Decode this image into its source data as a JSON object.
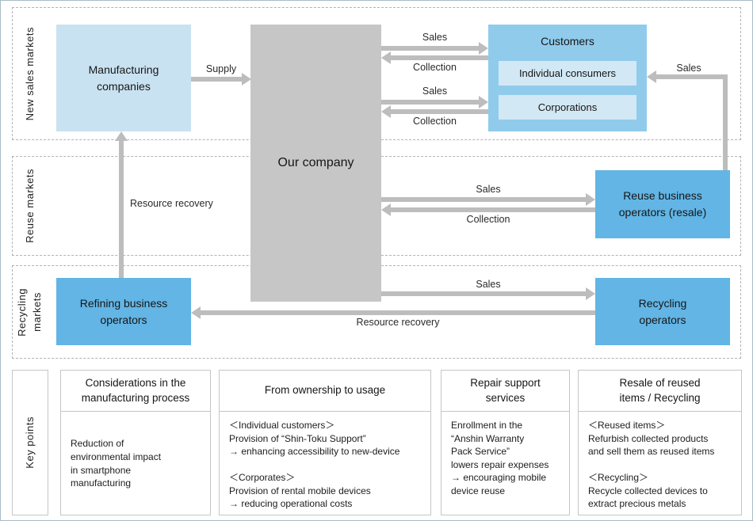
{
  "sections": {
    "new_sales": "New sales markets",
    "reuse": "Reuse markets",
    "recycling": "Recycling\nmarkets",
    "key_points": "Key points"
  },
  "nodes": {
    "manufacturing": "Manufacturing\ncompanies",
    "our_company": "Our company",
    "customers_title": "Customers",
    "individual_consumers": "Individual consumers",
    "corporations": "Corporations",
    "reuse_operators": "Reuse business\noperators (resale)",
    "refining_operators": "Refining business\noperators",
    "recycling_operators": "Recycling\noperators"
  },
  "arrows": {
    "supply": "Supply",
    "sales_top1": "Sales",
    "collection_top1": "Collection",
    "sales_top2": "Sales",
    "collection_top2": "Collection",
    "sales_right": "Sales",
    "resource_recovery_left": "Resource recovery",
    "sales_reuse": "Sales",
    "collection_reuse": "Collection",
    "sales_recycling": "Sales",
    "resource_recovery_bottom": "Resource recovery"
  },
  "key_points": {
    "columns": [
      {
        "title": "Considerations in the\nmanufacturing process",
        "body": "Reduction of\nenvironmental impact\nin smartphone\nmanufacturing"
      },
      {
        "title": "From ownership to usage",
        "body": "＜Individual customers＞\nProvision of “Shin-Toku Support”\n→ enhancing accessibility to new-device\n\n＜Corporates＞\nProvision of rental mobile devices\n→ reducing operational costs"
      },
      {
        "title": "Repair support\nservices",
        "body": "Enrollment in the\n“Anshin Warranty\nPack Service”\nlowers repair expenses\n→ encouraging mobile\ndevice reuse"
      },
      {
        "title": "Resale of reused\nitems / Recycling",
        "body": "＜Reused items＞\nRefurbish collected products\nand sell them as reused items\n\n＜Recycling＞\nRecycle collected devices to\nextract precious metals"
      }
    ]
  },
  "colors": {
    "light_blue": "#c9e2f1",
    "mid_blue": "#90cbec",
    "sub_blue": "#d2e8f5",
    "strong_blue": "#62b5e5",
    "gray_node": "#c6c6c6",
    "arrow_gray": "#bdbdbd"
  }
}
